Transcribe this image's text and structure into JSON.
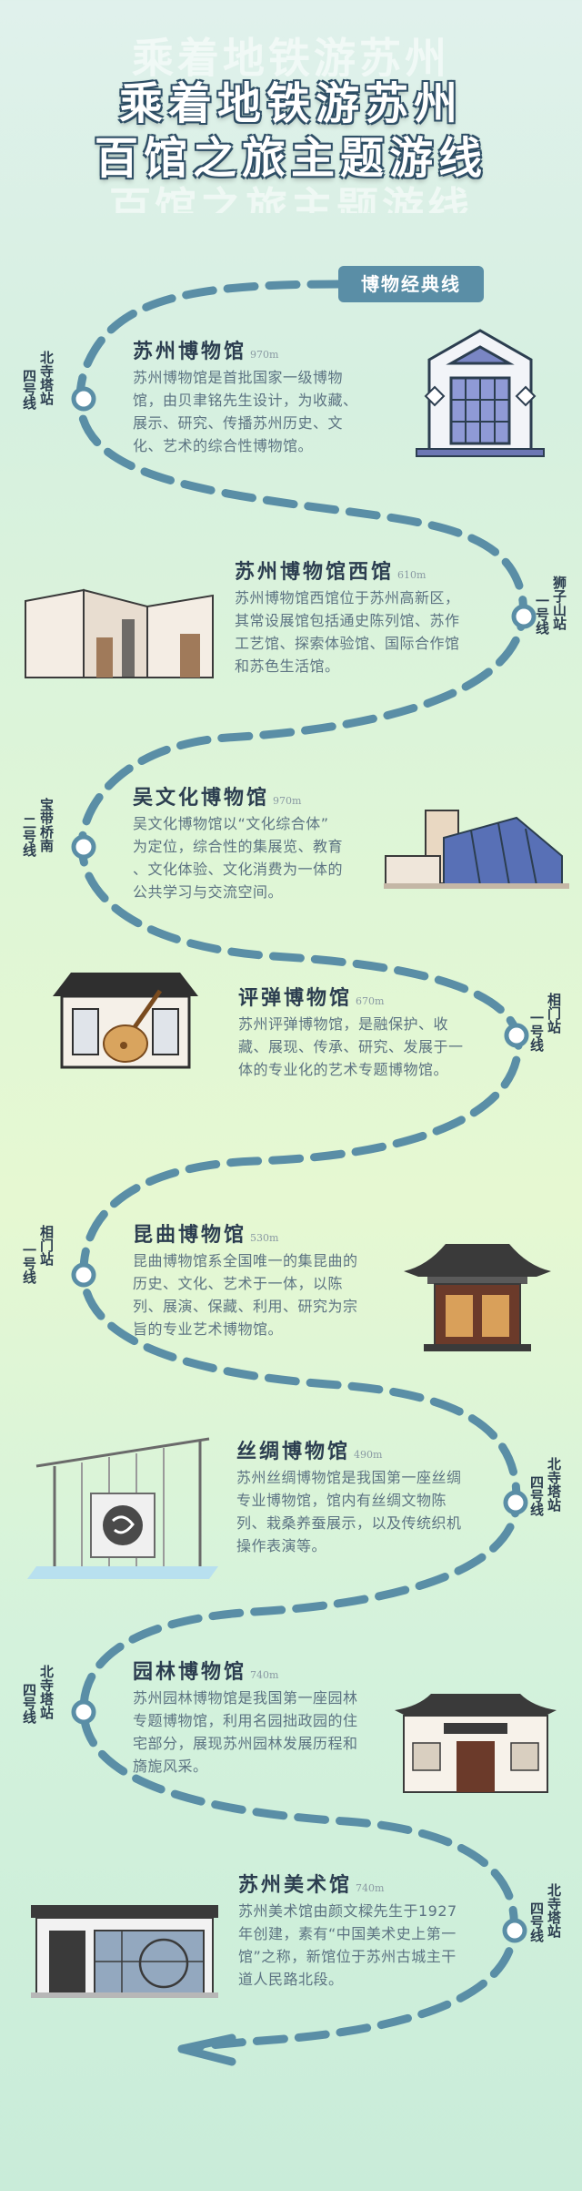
{
  "title": {
    "ghost_top": "乘着地铁游苏州",
    "line1": "乘着地铁游苏州",
    "line2": "百馆之旅主题游线",
    "ghost_bottom": "百馆之旅主题游线"
  },
  "route_name": "博物经典线",
  "stations": [
    {
      "line": "四号线",
      "name": "北寺塔站"
    },
    {
      "line": "一号线",
      "name": "狮子山站"
    },
    {
      "line": "二号线",
      "name": "宝带桥南"
    },
    {
      "line": "一号线",
      "name": "相门站"
    },
    {
      "line": "一号线",
      "name": "相门站"
    },
    {
      "line": "四号线",
      "name": "北寺塔站"
    },
    {
      "line": "四号线",
      "name": "北寺塔站"
    },
    {
      "line": "四号线",
      "name": "北寺塔站"
    }
  ],
  "museums": [
    {
      "name": "苏州博物馆",
      "distance": "970m",
      "desc": [
        "苏州博物馆是首批国家一级博物",
        "馆，由贝聿铭先生设计，为收藏、",
        "展示、研究、传播苏州历史、文",
        "化、艺术的综合性博物馆。"
      ]
    },
    {
      "name": "苏州博物馆西馆",
      "distance": "610m",
      "desc": [
        "苏州博物馆西馆位于苏州高新区，",
        "其常设展馆包括通史陈列馆、苏作",
        "工艺馆、探索体验馆、国际合作馆",
        "和苏色生活馆。"
      ]
    },
    {
      "name": "吴文化博物馆",
      "distance": "970m",
      "desc": [
        "吴文化博物馆以“文化综合体”",
        "为定位，综合性的集展览、教育",
        "、文化体验、文化消费为一体的",
        "公共学习与交流空间。"
      ]
    },
    {
      "name": "评弹博物馆",
      "distance": "670m",
      "desc": [
        "苏州评弹博物馆，是融保护、收",
        "藏、展现、传承、研究、发展于一",
        "体的专业化的艺术专题博物馆。"
      ]
    },
    {
      "name": "昆曲博物馆",
      "distance": "530m",
      "desc": [
        "昆曲博物馆系全国唯一的集昆曲的",
        "历史、文化、艺术于一体，以陈",
        "列、展演、保藏、利用、研究为宗",
        "旨的专业艺术博物馆。"
      ]
    },
    {
      "name": "丝绸博物馆",
      "distance": "490m",
      "desc": [
        "苏州丝绸博物馆是我国第一座丝绸",
        "专业博物馆，馆内有丝绸文物陈",
        "列、栽桑养蚕展示，以及传统织机",
        "操作表演等。"
      ]
    },
    {
      "name": "园林博物馆",
      "distance": "740m",
      "desc": [
        "苏州园林博物馆是我国第一座园林",
        "专题博物馆，利用名园拙政园的住",
        "宅部分，展现苏州园林发展历程和",
        "旖旎风采。"
      ]
    },
    {
      "name": "苏州美术馆",
      "distance": "740m",
      "desc": [
        "苏州美术馆由颜文樑先生于1927",
        "年创建，素有“中国美术史上第一",
        "馆”之称，新馆位于苏州古城主干",
        "道人民路北段。"
      ]
    }
  ],
  "colors": {
    "route": "#5a8ea6",
    "station_ring": "#5a8ea6",
    "text_dark": "#2c3e50",
    "text_body": "#5c7382"
  }
}
